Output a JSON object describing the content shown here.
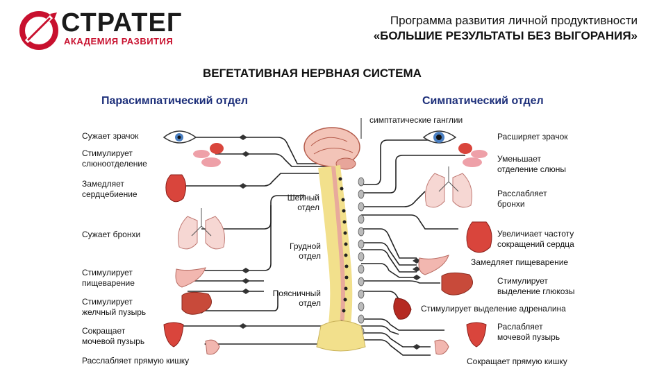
{
  "logo": {
    "word": "СТРАТЕГ",
    "sub": "АКАДЕМИЯ РАЗВИТИЯ"
  },
  "header": {
    "line1": "Программа развития личной продуктивности",
    "line2": "«БОЛЬШИЕ РЕЗУЛЬТАТЫ БЕЗ ВЫГОРАНИЯ»"
  },
  "title": "ВЕГЕТАТИВНАЯ НЕРВНАЯ СИСТЕМА",
  "parasympathetic": {
    "heading": "Парасимпатический отдел",
    "effects": [
      "Сужает зрачок",
      "Стимулирует слюноотделение",
      "Замедляет сердцебиение",
      "Сужает бронхи",
      "Стимулирует пищеварение",
      "Стимулирует желчный пузырь",
      "Сокращает мочевой пузырь",
      "Расслабляет прямую кишку"
    ]
  },
  "sympathetic": {
    "heading": "Симпатический отдел",
    "ganglia_label": "симптатические ганглии",
    "effects": [
      "Расширяет зрачок",
      "Уменьшает отделение слюны",
      "Расслабляет бронхи",
      "Увеличиает частоту сокращений сердца",
      "Замедляет пищеварение",
      "Стимулирует выделение глюкозы",
      "Стимулирует выделение адреналина",
      "Раслабляет мочевой пузырь",
      "Сокращает прямую кишку"
    ]
  },
  "spine_regions": {
    "cervical": "Шейный отдел",
    "thoracic": "Грудной отдел",
    "lumbar": "Поясничный отдел"
  },
  "colors": {
    "brand_red": "#c8102e",
    "heading_blue": "#1d2f7a",
    "organ_red": "#d9453c",
    "spine_yellow": "#f2e08c"
  }
}
